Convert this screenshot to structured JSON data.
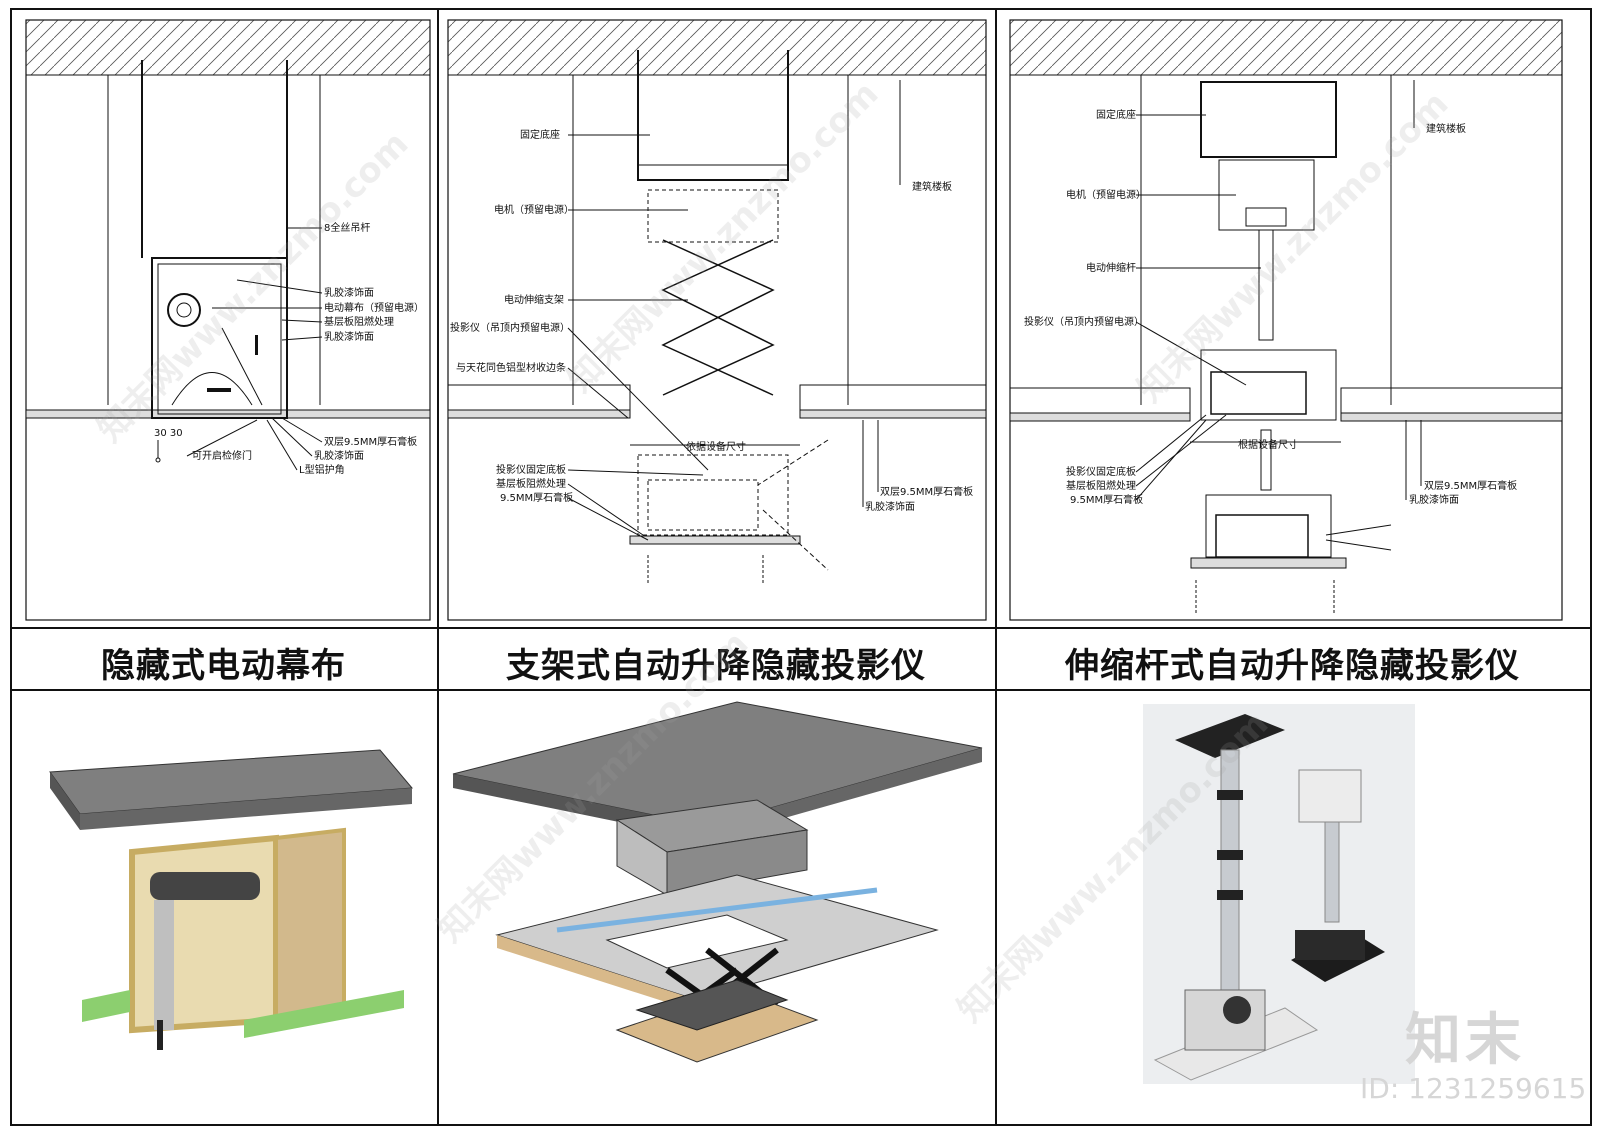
{
  "panels": [
    {
      "title": "隐藏式电动幕布",
      "labels": {
        "rod": "8全丝吊杆",
        "latex1": "乳胶漆饰面",
        "screen": "电动幕布（预留电源）",
        "base": "基层板阻燃处理",
        "latex2": "乳胶漆饰面",
        "gypsum": "双层9.5MM厚石膏板",
        "latex3": "乳胶漆饰面",
        "door": "可开启检修门",
        "angle": "L型铝护角",
        "dim": "30 30"
      }
    },
    {
      "title": "支架式自动升降隐藏投影仪",
      "labels": {
        "mount": "固定底座",
        "motor": "电机（预留电源）",
        "bracket": "电动伸缩支架",
        "projector": "投影仪（吊顶内预留电源）",
        "trim": "与天花同色铝型材收边条",
        "slab": "建筑楼板",
        "size": "依据设备尺寸",
        "plate": "投影仪固定底板",
        "base": "基层板阻燃处理",
        "gyp": "9.5MM厚石膏板",
        "gypsum2": "双层9.5MM厚石膏板",
        "latex": "乳胶漆饰面"
      }
    },
    {
      "title": "伸缩杆式自动升降隐藏投影仪",
      "labels": {
        "mount": "固定底座",
        "slab": "建筑楼板",
        "motor": "电机（预留电源）",
        "pole": "电动伸缩杆",
        "projector": "投影仪（吊顶内预留电源）",
        "size": "根据设备尺寸",
        "plate": "投影仪固定底板",
        "base": "基层板阻燃处理",
        "gyp": "9.5MM厚石膏板",
        "gypsum2": "双层9.5MM厚石膏板",
        "latex": "乳胶漆饰面"
      }
    }
  ],
  "watermark": {
    "logo": "知末",
    "id": "ID: 1231259615",
    "site": "知末网www.znzmo.com"
  },
  "colors": {
    "line": "#111111",
    "concrete": "#777777",
    "wood": "#d8b98a",
    "frame": "#e6d391",
    "green": "#8ccf6f",
    "blue": "#7ab2e0"
  }
}
